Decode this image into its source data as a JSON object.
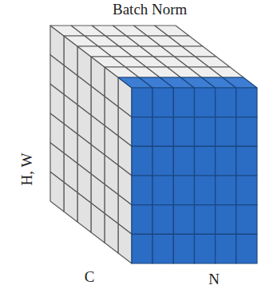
{
  "diagram": {
    "title": "Batch Norm",
    "labels": [
      "H, W",
      "C",
      "N"
    ]
  }
}
